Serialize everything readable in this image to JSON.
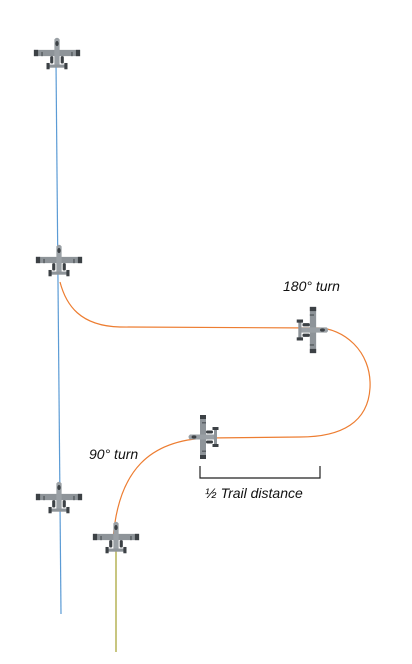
{
  "labels": {
    "turn_180": "180° turn",
    "turn_90": "90° turn",
    "half_trail": "½ Trail distance"
  },
  "colors": {
    "lead_path": "#5b9bd5",
    "wingman_path": "#ed7d31",
    "wingman_tail": "#a3a02a",
    "bracket": "#222222",
    "aircraft_body": "#8e9499",
    "aircraft_dark": "#3c4145",
    "aircraft_light": "#cfd4d8"
  },
  "icons": {
    "aircraft": "a10-aircraft-icon"
  }
}
